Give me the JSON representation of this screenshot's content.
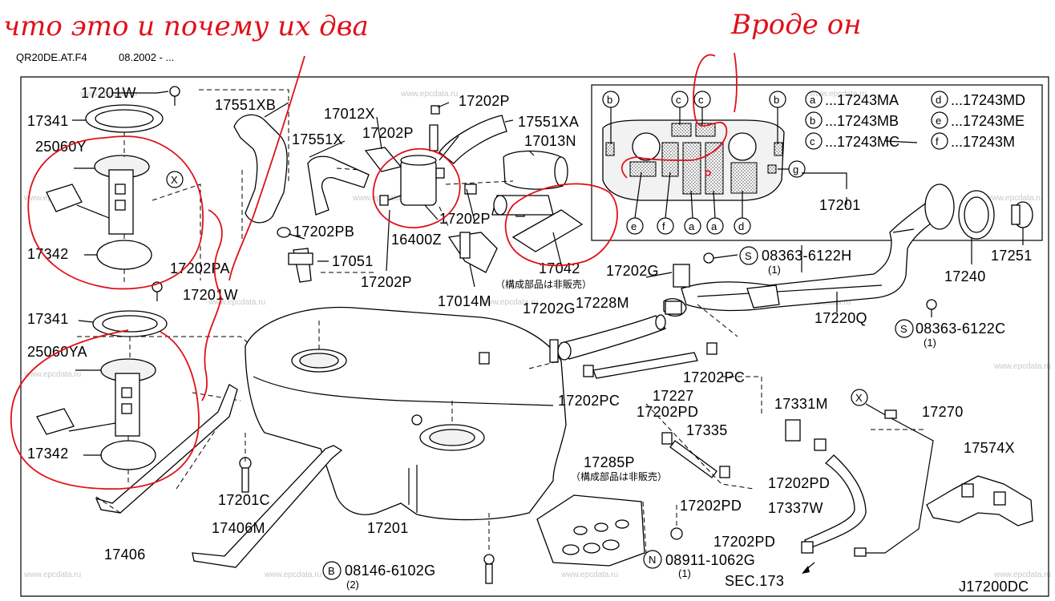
{
  "header": {
    "model": "QR20DE.AT.F4",
    "date": "08.2002 - ..."
  },
  "annotations": {
    "left_note": "что это и почему их два",
    "right_note": "Вроде он"
  },
  "parts": {
    "p17201W_top": "17201W",
    "p17341_top": "17341",
    "p25060Y": "25060Y",
    "p17342_top": "17342",
    "p17551XB": "17551XB",
    "p17012X": "17012X",
    "p17202P_top": "17202P",
    "p17551XA": "17551XA",
    "p17202P_2": "17202P",
    "p17551X": "17551X",
    "p17013N": "17013N",
    "p17202P_3": "17202P",
    "p16400Z": "16400Z",
    "p17202PB": "17202PB",
    "p17202PA": "17202PA",
    "p17051": "17051",
    "p17202P_4": "17202P",
    "p17042": "17042",
    "p17042_note": "（構成部品は非販売）",
    "p17014M": "17014M",
    "p17201W_mid": "17201W",
    "p17341_mid": "17341",
    "p25060YA": "25060YA",
    "p17342_mid": "17342",
    "p17202G_left": "17202G",
    "p17228M": "17228M",
    "p17202G_right": "17202G",
    "p17201_right": "17201",
    "p08363_6122H": "08363-6122H",
    "p08363_6122H_q": "(1)",
    "p17251": "17251",
    "p17240": "17240",
    "p17220Q": "17220Q",
    "p08363_6122C": "08363-6122C",
    "p08363_6122C_q": "(1)",
    "p17202PC_left": "17202PC",
    "p17227": "17227",
    "p17202PC_right": "17202PC",
    "p17202PD_top": "17202PD",
    "p17331M": "17331M",
    "p17270": "17270",
    "p17574X": "17574X",
    "p17335": "17335",
    "p17285P": "17285P",
    "p17285P_note": "（構成部品は非販売）",
    "p17202PD_2": "17202PD",
    "p17202PD_3": "17202PD",
    "p17337W": "17337W",
    "p17201C": "17201C",
    "p17406M": "17406M",
    "p17201_tank": "17201",
    "p17406": "17406",
    "p17202PD_4": "17202PD",
    "p08911_1062G": "08911-1062G",
    "p08911_1062G_q": "(1)",
    "p08146_6102G": "08146-6102G",
    "p08146_6102G_q": "(2)",
    "sec173": "SEC.173",
    "diagram_code": "J17200DC"
  },
  "callout_letters": {
    "S": "S",
    "N": "N",
    "B": "B",
    "X": "X"
  },
  "legend": {
    "items": [
      {
        "letter": "a",
        "part": "...17243MA"
      },
      {
        "letter": "b",
        "part": "...17243MB"
      },
      {
        "letter": "c",
        "part": "...17243MC"
      },
      {
        "letter": "d",
        "part": "...17243MD"
      },
      {
        "letter": "e",
        "part": "...17243ME"
      },
      {
        "letter": "f",
        "part": "...17243M"
      }
    ],
    "inset_top_letters": [
      "b",
      "c",
      "c",
      "b"
    ],
    "inset_bottom_letters": [
      "e",
      "f",
      "a",
      "a",
      "d"
    ],
    "inset_side_letter": "g"
  },
  "watermark": "www.epcdata.ru",
  "colors": {
    "annotation": "#e0101a",
    "line": "#000000",
    "watermark": "#c8c8c8"
  }
}
